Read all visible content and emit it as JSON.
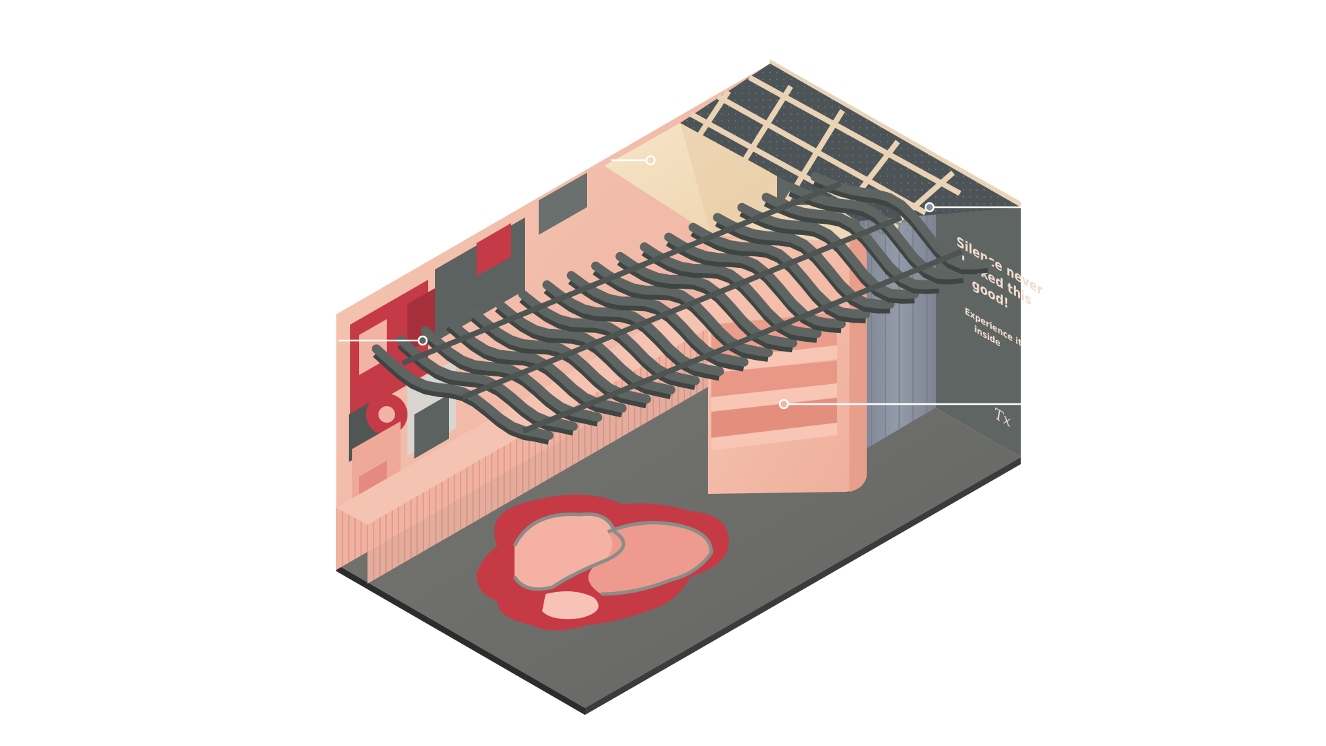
{
  "sign": {
    "headline_lines": [
      "Silence never",
      "looked this",
      "good!"
    ],
    "sub_lines": [
      "Experience it",
      "inside"
    ],
    "logo": "Tx"
  },
  "colors": {
    "floor": "#6d6e6b",
    "back_wall_pink": "#f2b9a7",
    "felt_grey": "#5e6461",
    "wood": "#f3dcbe",
    "curtain": "#878f9d",
    "rug_red": "#c63a45",
    "rug_pink": "#f3a89c",
    "callout_line": "#ffffff"
  },
  "callouts": [
    {
      "name": "ceiling-wood-callout"
    },
    {
      "name": "acoustic-ceiling-callout"
    },
    {
      "name": "curtain-callout"
    },
    {
      "name": "shelves-callout"
    }
  ]
}
